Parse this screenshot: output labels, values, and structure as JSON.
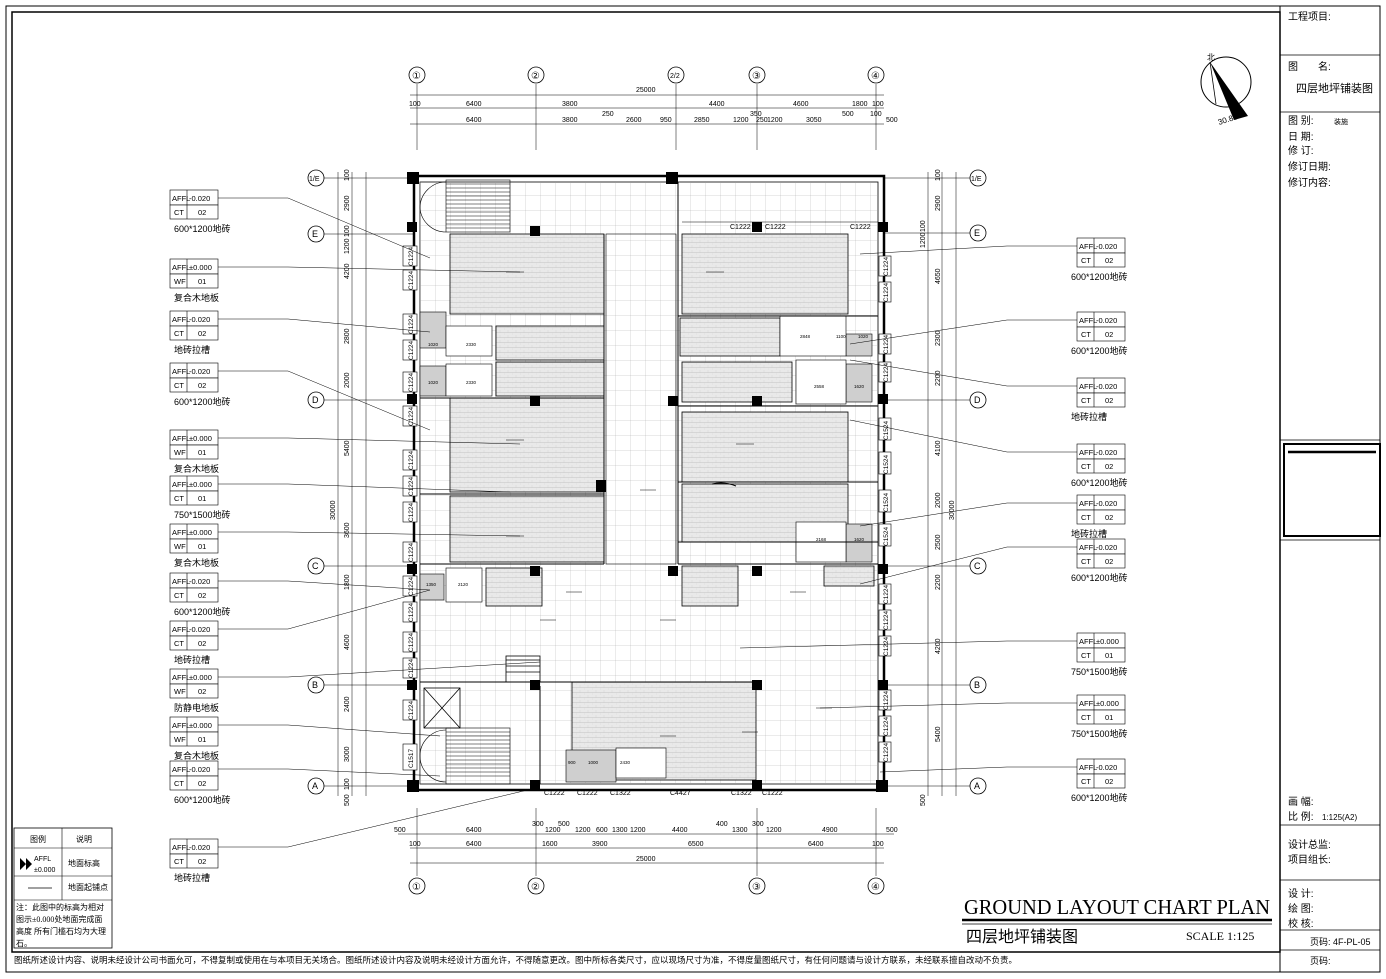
{
  "title_block": {
    "project_label": "工程项目:",
    "drawing_name_label": "图　　名:",
    "drawing_name": "四层地坪铺装图",
    "category_label": "图 别:",
    "category": "装施",
    "date_label": "日 期:",
    "revision_label": "修 订:",
    "revision_date_label": "修订日期:",
    "revision_content_label": "修订内容:",
    "sheet_size_label": "画 幅:",
    "scale_label": "比 例:",
    "scale_value": "1:125(A2)",
    "director_label": "设计总监:",
    "team_lead_label": "项目组长:",
    "designer_label": "设 计:",
    "drafter_label": "绘 图:",
    "checker_label": "校 核:",
    "page_no_label": "页码: 4F-PL-05",
    "page_label": "页码:"
  },
  "plan_title": {
    "en": "GROUND LAYOUT CHART PLAN",
    "cn": "四层地坪铺装图",
    "scale": "SCALE 1:125"
  },
  "footer_note": "图纸所述设计内容、说明未经设计公司书面允可，不得复制或使用在与本项目无关场合。图纸所述设计内容及说明未经设计方面允许，不得随意更改。图中所标各类尺寸，应以现场尺寸为准，不得度量图纸尺寸，有任何问题请与设计方联系，未经联系擅自改动不负责。",
  "north": {
    "label": "北",
    "angle": "30.83°"
  },
  "legend": {
    "col1": "图例",
    "col2": "说明",
    "row1_symbol": "AFFL",
    "row1_value": "±0.000",
    "row1_desc": "地面标高",
    "row2_desc": "地面起铺点",
    "note": "注：此图中的标高为相对图示±0.000处地面完成面高度 所有门槛石均为大理石。"
  },
  "grid": {
    "top_numbers": [
      "①",
      "②",
      "2/2",
      "③",
      "④"
    ],
    "left_letters": [
      "1/E",
      "E",
      "D",
      "C",
      "B",
      "A"
    ],
    "right_letters": [
      "1/E",
      "E",
      "D",
      "C",
      "B",
      "A"
    ]
  },
  "dims": {
    "top_total": "25000",
    "top_row1": [
      "100",
      "6400",
      "3800",
      "4400",
      "4600",
      "1800",
      "100"
    ],
    "top_row2": [
      "6400",
      "3800",
      "250",
      "2600",
      "950",
      "2850",
      "1200",
      "350",
      "250",
      "1200",
      "3050",
      "500",
      "100"
    ],
    "top_row2_far": "500",
    "bot_row1": [
      "500",
      "6400",
      "300",
      "1200",
      "500",
      "1200",
      "600",
      "1300",
      "1200",
      "4400",
      "400",
      "1300",
      "300",
      "1200",
      "4900",
      "500"
    ],
    "bot_row2": [
      "100",
      "6400",
      "1600",
      "3900",
      "6500",
      "6400",
      "100"
    ],
    "bot_total": "25000",
    "side_total": "30000",
    "left_col": [
      "100",
      "2900",
      "100",
      "1200",
      "4200",
      "2800",
      "2000",
      "5400",
      "3600",
      "1800",
      "4600",
      "2400",
      "3000",
      "100",
      "500"
    ],
    "right_col": [
      "100",
      "2900",
      "100",
      "1200",
      "4650",
      "2300",
      "2200",
      "4100",
      "2000",
      "2500",
      "2200",
      "4200",
      "5400",
      "500"
    ]
  },
  "tags_left": [
    {
      "affl": "AFFL",
      "level": "-0.020",
      "code": "CT",
      "num": "02",
      "desc": "600*1200地砖"
    },
    {
      "affl": "AFFL",
      "level": "±0.000",
      "code": "WF",
      "num": "01",
      "desc": "复合木地板"
    },
    {
      "affl": "AFFL",
      "level": "-0.020",
      "code": "CT",
      "num": "02",
      "desc": "地砖拉槽"
    },
    {
      "affl": "AFFL",
      "level": "-0.020",
      "code": "CT",
      "num": "02",
      "desc": "600*1200地砖"
    },
    {
      "affl": "AFFL",
      "level": "±0.000",
      "code": "WF",
      "num": "01",
      "desc": "复合木地板"
    },
    {
      "affl": "AFFL",
      "level": "±0.000",
      "code": "CT",
      "num": "01",
      "desc": "750*1500地砖"
    },
    {
      "affl": "AFFL",
      "level": "±0.000",
      "code": "WF",
      "num": "01",
      "desc": "复合木地板"
    },
    {
      "affl": "AFFL",
      "level": "-0.020",
      "code": "CT",
      "num": "02",
      "desc": "600*1200地砖"
    },
    {
      "affl": "AFFL",
      "level": "-0.020",
      "code": "CT",
      "num": "02",
      "desc": "地砖拉槽"
    },
    {
      "affl": "AFFL",
      "level": "±0.000",
      "code": "WF",
      "num": "02",
      "desc": "防静电地板"
    },
    {
      "affl": "AFFL",
      "level": "±0.000",
      "code": "WF",
      "num": "01",
      "desc": "复合木地板"
    },
    {
      "affl": "AFFL",
      "level": "-0.020",
      "code": "CT",
      "num": "02",
      "desc": "600*1200地砖"
    },
    {
      "affl": "AFFL",
      "level": "-0.020",
      "code": "CT",
      "num": "02",
      "desc": "地砖拉槽"
    }
  ],
  "tags_right": [
    {
      "affl": "AFFL",
      "level": "-0.020",
      "code": "CT",
      "num": "02",
      "desc": "600*1200地砖"
    },
    {
      "affl": "AFFL",
      "level": "-0.020",
      "code": "CT",
      "num": "02",
      "desc": "600*1200地砖"
    },
    {
      "affl": "AFFL",
      "level": "-0.020",
      "code": "CT",
      "num": "02",
      "desc": "地砖拉槽"
    },
    {
      "affl": "AFFL",
      "level": "-0.020",
      "code": "CT",
      "num": "02",
      "desc": "600*1200地砖"
    },
    {
      "affl": "AFFL",
      "level": "-0.020",
      "code": "CT",
      "num": "02",
      "desc": "地砖拉槽"
    },
    {
      "affl": "AFFL",
      "level": "-0.020",
      "code": "CT",
      "num": "02",
      "desc": "600*1200地砖"
    },
    {
      "affl": "AFFL",
      "level": "±0.000",
      "code": "CT",
      "num": "01",
      "desc": "750*1500地砖"
    },
    {
      "affl": "AFFL",
      "level": "±0.000",
      "code": "CT",
      "num": "01",
      "desc": "750*1500地砖"
    },
    {
      "affl": "AFFL",
      "level": "-0.020",
      "code": "CT",
      "num": "02",
      "desc": "600*1200地砖"
    }
  ],
  "windows": {
    "left": [
      "C1224",
      "C1224",
      "C1224",
      "C1224",
      "C1224",
      "C1224",
      "C1224",
      "C1224",
      "C1224",
      "C1224",
      "C1224",
      "C1224",
      "C1224",
      "C1224",
      "C1224",
      "C1517"
    ],
    "right": [
      "C1224",
      "C1224",
      "C1224",
      "C1224",
      "C1524",
      "C1524",
      "C1524",
      "C1524",
      "C1224",
      "C1224",
      "C1224",
      "C1224",
      "C1224",
      "C1224"
    ],
    "top": [
      "C1222",
      "C1222",
      "C1222"
    ],
    "bottom": [
      "C1222",
      "C1222",
      "C1322",
      "C4427",
      "C1322",
      "C1222"
    ]
  },
  "room_dims": [
    "1020",
    "2330",
    "1020",
    "2330",
    "2848",
    "1100",
    "1020",
    "2558",
    "1620",
    "2168",
    "1620",
    "1350",
    "2120",
    "900",
    "1000",
    "2430"
  ]
}
